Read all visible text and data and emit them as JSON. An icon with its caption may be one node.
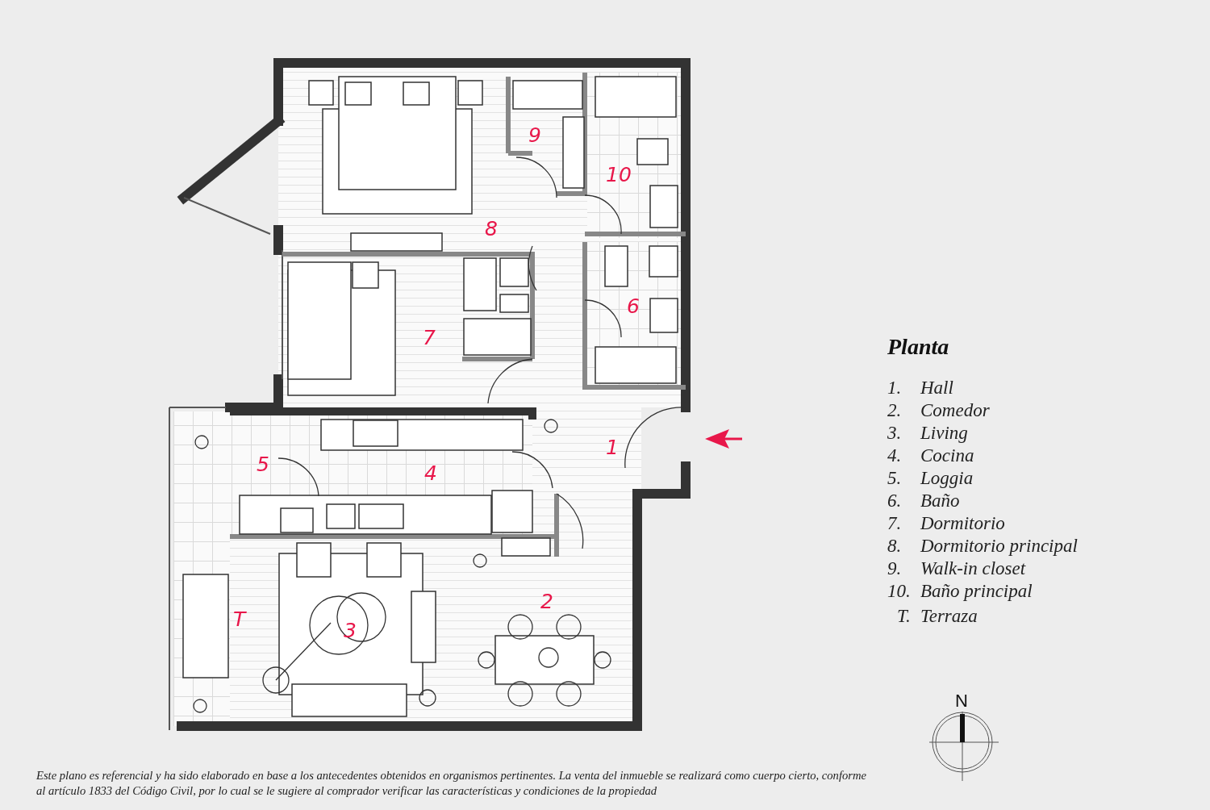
{
  "diagram": {
    "title": "Planta",
    "caption": "Este plano es referencial y ha sido elaborado en base a los antecedentes obtenidos en organismos pertinentes.  La venta del inmueble se realizará como cuerpo cierto, conforme al artículo 1833 del Código Civil, por lo cual se le sugiere al comprador verificar las características y condiciones de la propiedad",
    "labels": [
      "9",
      "10",
      "8",
      "6",
      "7",
      "1",
      "5",
      "4",
      "2",
      "T",
      "3",
      "1.",
      "Hall",
      "2.",
      "Comedor",
      "3.",
      "Living",
      "4.",
      "Cocina",
      "5.",
      "Loggia",
      "6.",
      "Baño",
      "7.",
      "Dormitorio",
      "8.",
      "Dormitorio principal",
      "9.",
      "Walk-in closet",
      "10.",
      "Baño principal",
      "T.",
      "Terraza",
      "N"
    ]
  }
}
